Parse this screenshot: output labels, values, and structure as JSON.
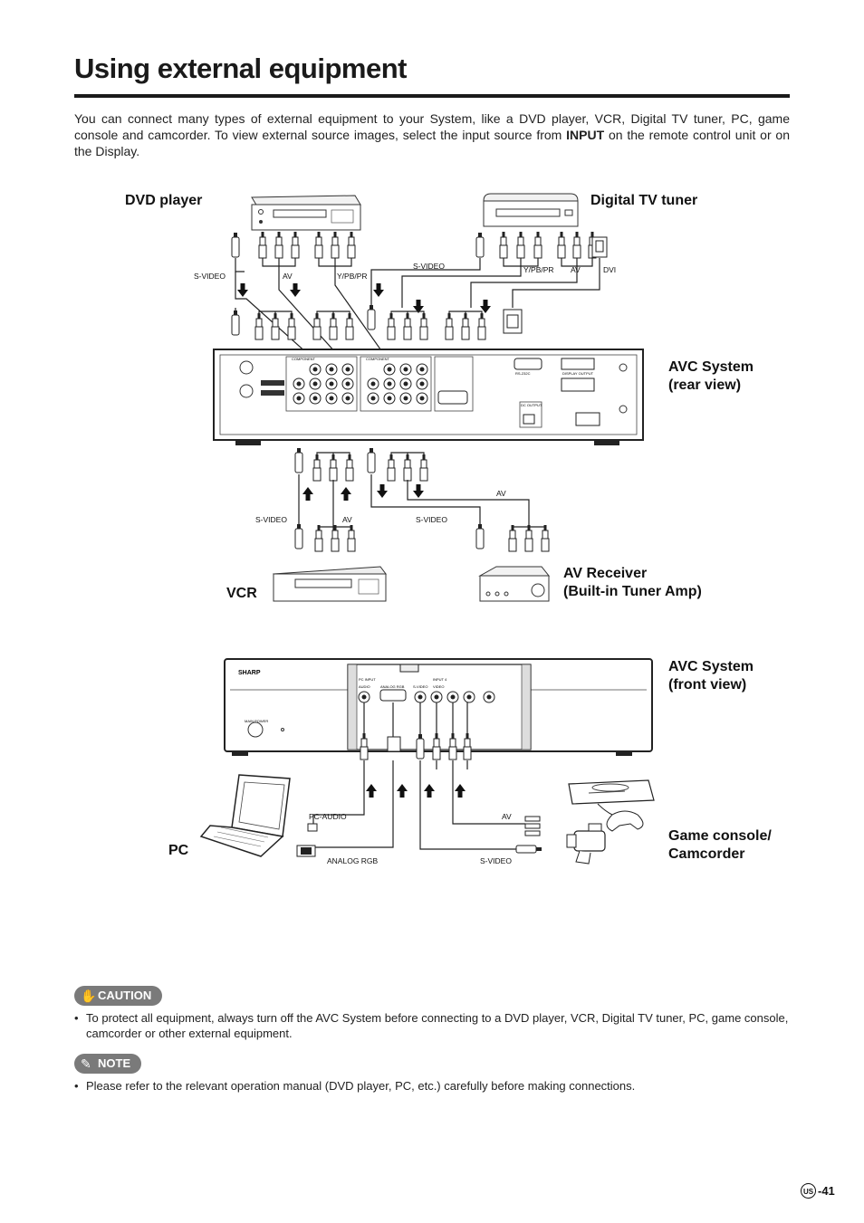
{
  "page": {
    "title": "Using external equipment",
    "intro_part1": "You can connect many types of external equipment to your System, like a DVD player, VCR, Digital TV tuner, PC, game console and camcorder. To view external source images, select the input source from ",
    "intro_bold": "INPUT",
    "intro_part2": " on the remote control unit or on the Display.",
    "page_number": "-41",
    "region_mark": "US"
  },
  "diagram": {
    "labels": {
      "dvd_player": "DVD player",
      "digital_tv_tuner": "Digital TV tuner",
      "avc_rear_line1": "AVC System",
      "avc_rear_line2": "(rear view)",
      "av_receiver_line1": "AV Receiver",
      "av_receiver_line2": "(Built-in Tuner Amp)",
      "vcr": "VCR",
      "avc_front_line1": "AVC System",
      "avc_front_line2": "(front view)",
      "game_line1": "Game console/",
      "game_line2": "Camcorder",
      "pc": "PC"
    },
    "cable_labels": {
      "dvd_svideo": "S-VIDEO",
      "dvd_av": "AV",
      "dvd_component": "Y/PB/PR",
      "tuner_svideo": "S-VIDEO",
      "tuner_component": "Y/PB/PR",
      "tuner_av": "AV",
      "tuner_dvi": "DVI",
      "vcr_svideo": "S-VIDEO",
      "vcr_av": "AV",
      "rec_svideo": "S-VIDEO",
      "rec_av": "AV",
      "pc_audio": "PC-AUDIO",
      "analog_rgb": "ANALOG RGB",
      "game_av": "AV",
      "game_svideo": "S-VIDEO"
    },
    "panel_text": {
      "brand": "SHARP",
      "main_power": "MAIN POWER",
      "component": "COMPONENT",
      "s_video": "S-VIDEO",
      "pc_input": "PC INPUT",
      "input4": "INPUT 4",
      "audio": "AUDIO",
      "analog_rgb": "ANALOG RGB",
      "video": "VIDEO",
      "rs232c": "RS-232C",
      "display_output": "DISPLAY OUTPUT",
      "dc_output": "DC OUTPUT"
    }
  },
  "caution": {
    "badge": "CAUTION",
    "text": "To protect all equipment, always turn off the AVC System before connecting to a DVD player, VCR, Digital TV tuner, PC, game console, camcorder or other external equipment."
  },
  "note": {
    "badge": "NOTE",
    "text": "Please refer to the relevant operation manual (DVD player, PC, etc.) carefully before making connections."
  }
}
